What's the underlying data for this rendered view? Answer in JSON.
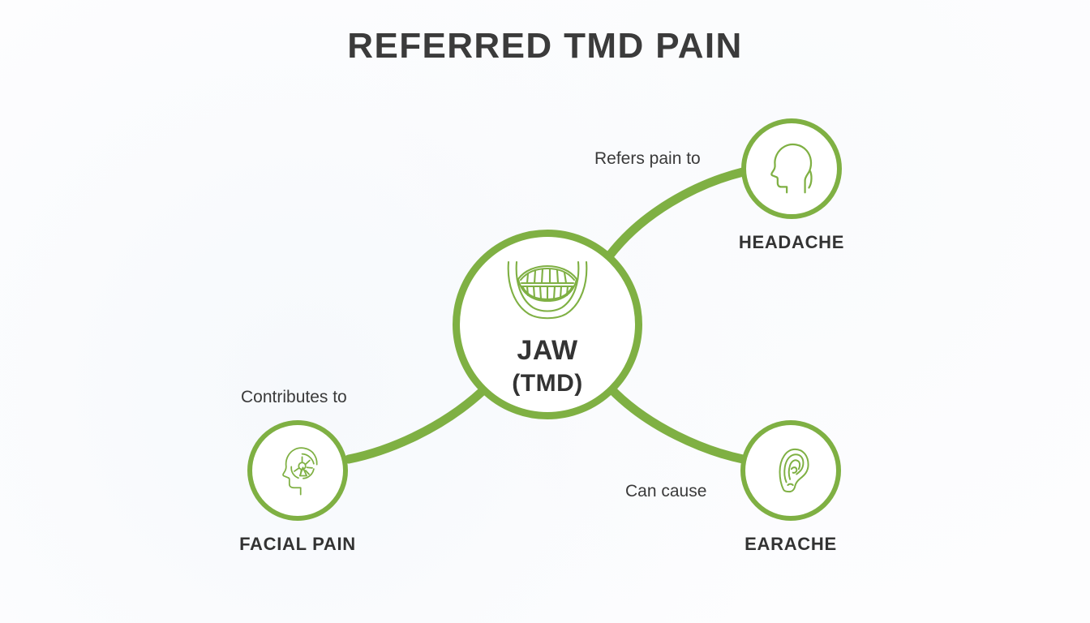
{
  "page": {
    "title": "REFERRED TMD PAIN",
    "background_color": "#fdfdfe",
    "accent_color": "#7fb043",
    "text_color": "#333333"
  },
  "diagram": {
    "type": "radial-concept-map",
    "center": {
      "label": "JAW",
      "sublabel": "(TMD)",
      "icon": "jaw-teeth-icon"
    },
    "nodes": [
      {
        "id": "headache",
        "label": "HEADACHE",
        "icon": "head-profile-icon",
        "edge_label": "Refers pain to"
      },
      {
        "id": "facial-pain",
        "label": "FACIAL PAIN",
        "icon": "head-pain-radiating-icon",
        "edge_label": "Contributes to"
      },
      {
        "id": "earache",
        "label": "EARACHE",
        "icon": "ear-icon",
        "edge_label": "Can cause"
      }
    ]
  }
}
